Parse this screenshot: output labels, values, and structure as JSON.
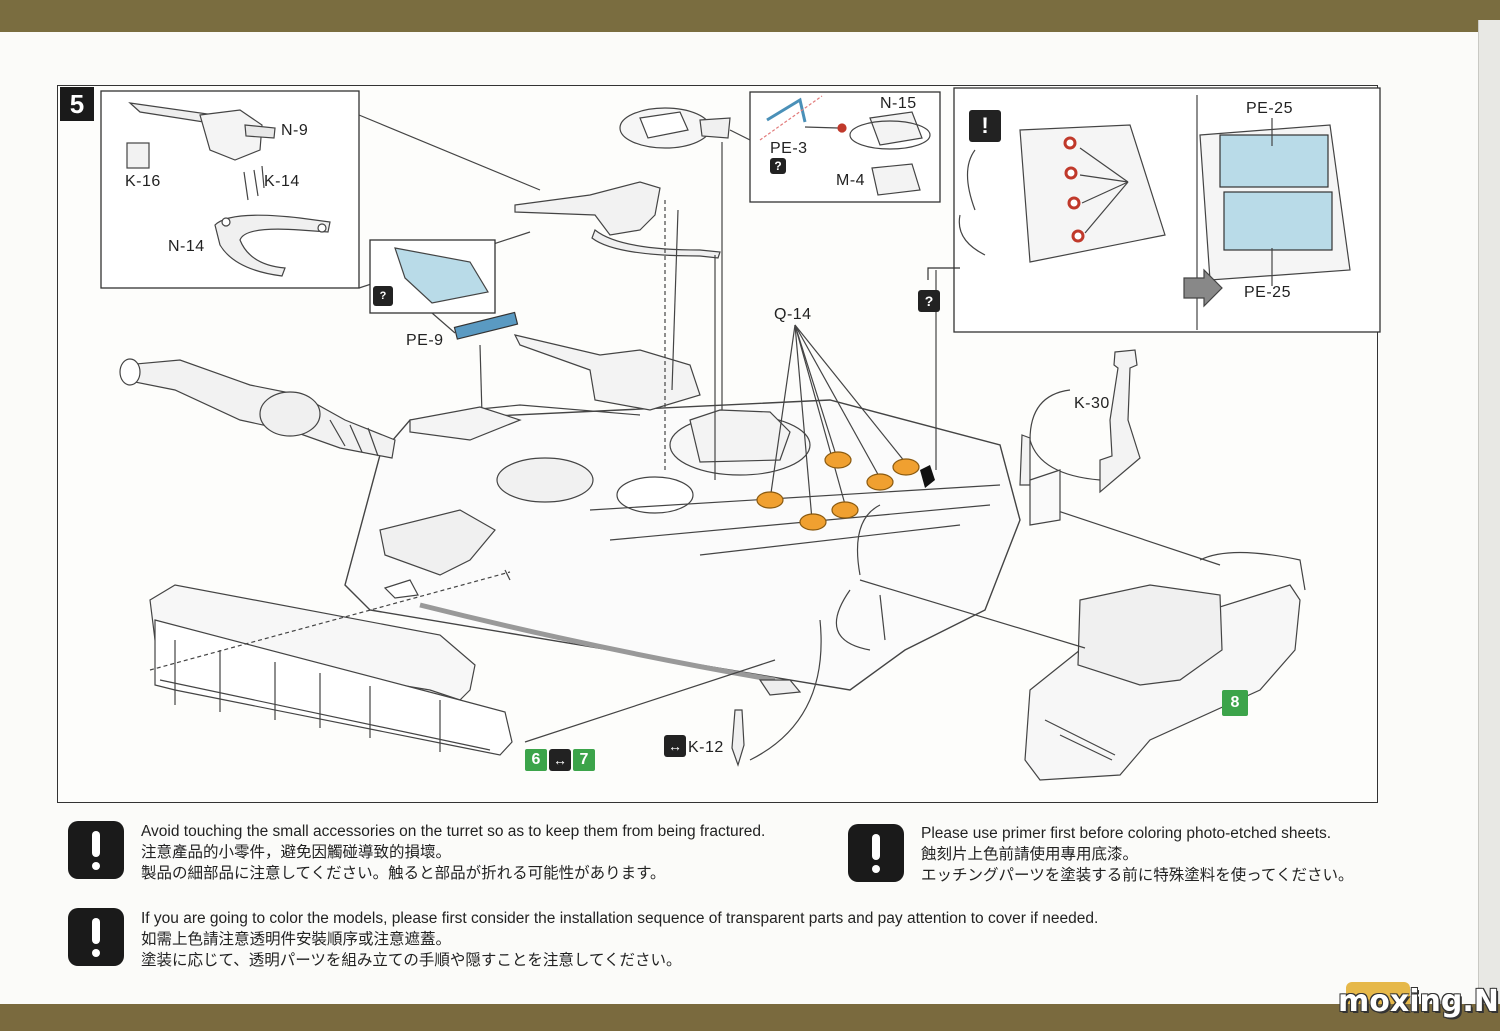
{
  "step": {
    "number": "5"
  },
  "labels": {
    "n9": "N-9",
    "k14": "K-14",
    "k16": "K-16",
    "n14": "N-14",
    "n15": "N-15",
    "pe3": "PE-3",
    "m4": "M-4",
    "pe25_top": "PE-25",
    "pe25_bottom": "PE-25",
    "pe9": "PE-9",
    "q14": "Q-14",
    "k30": "K-30",
    "k12": "K-12"
  },
  "badges": {
    "step6": "6",
    "step7": "7",
    "step8": "8",
    "arrow_swap": "↔",
    "question_1": "?",
    "question_2": "?",
    "exclaim_detail": "!",
    "pe3_q": "?"
  },
  "notes": [
    {
      "en": "Avoid touching the small accessories on the turret so as to keep them from being fractured.",
      "zh": "注意產品的小零件，避免因觸碰導致的損壞。",
      "ja": "製品の細部品に注意してください。触ると部品が折れる可能性があります。"
    },
    {
      "en": "Please use primer first before coloring photo-etched sheets.",
      "zh": "蝕刻片上色前請使用專用底漆。",
      "ja": "エッチングパーツを塗装する前に特殊塗料を使ってください。"
    },
    {
      "en": "If you are going to color the models, please first consider the installation sequence of transparent parts and pay attention to cover if needed.",
      "zh": "如需上色請注意透明件安裝順序或注意遮蓋。",
      "ja": "塗装に応じて、透明パーツを組み立ての手順や隠すことを注意してください。"
    }
  ],
  "watermark": "moxing.NET",
  "colors": {
    "accent_orange": "#f0a030",
    "pe_blue": "#b9dbe8",
    "badge_green": "#3ca44a",
    "parts_red": "#c0392b",
    "band": "#7a6a3e"
  }
}
